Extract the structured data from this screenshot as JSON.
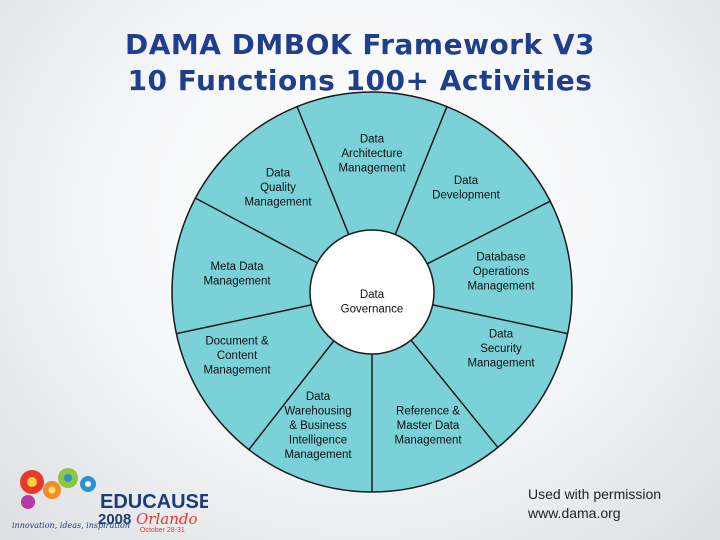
{
  "title_line1": "DAMA DMBOK Framework V3",
  "title_line2": "10 Functions   100+ Activities",
  "center": [
    "Data",
    "Governance"
  ],
  "segments": [
    {
      "label": [
        "Data",
        "Architecture",
        "Management"
      ]
    },
    {
      "label": [
        "Data",
        "Development"
      ]
    },
    {
      "label": [
        "Database",
        "Operations",
        "Management"
      ]
    },
    {
      "label": [
        "Data",
        "Security",
        "Management"
      ]
    },
    {
      "label": [
        "Reference &",
        "Master Data",
        "Management"
      ]
    },
    {
      "label": [
        "Data",
        "Warehousing",
        "& Business",
        "Intelligence",
        "Management"
      ]
    },
    {
      "label": [
        "Document &",
        "Content",
        "Management"
      ]
    },
    {
      "label": [
        "Meta Data",
        "Management"
      ]
    },
    {
      "label": [
        "Data",
        "Quality",
        "Management"
      ]
    }
  ],
  "permission": [
    "Used with permission",
    "www.dama.org"
  ],
  "logo": {
    "name": "EDUCAUSE",
    "year": "2008",
    "city": "Orlando",
    "dates": "October 28-31",
    "tagline": "innovation, ideas, inspiration"
  },
  "colors": {
    "segment_fill": "#7ad1d8",
    "center_fill": "#ffffff",
    "title": "#1f3f8c",
    "stroke": "#1a1a1a"
  }
}
